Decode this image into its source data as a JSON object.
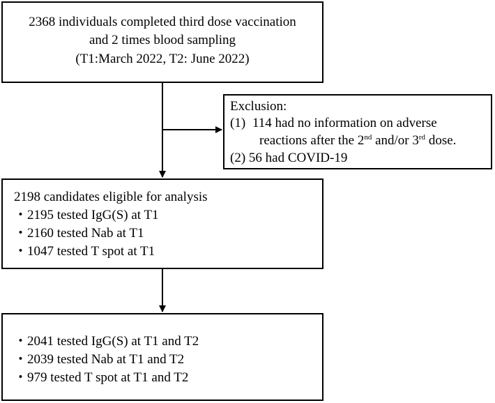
{
  "boxes": {
    "enrolled": {
      "line1": "2368 individuals completed third dose vaccination",
      "line2": "and 2 times blood sampling",
      "line3": "(T1:March 2022, T2: June 2022)"
    },
    "exclusion": {
      "title": "Exclusion:",
      "item1_num": "(1)",
      "item1_a": "114 had no information on adverse",
      "item1_b_pre": "reactions after the 2",
      "item1_b_sup1": "nd",
      "item1_b_mid": " and/or 3",
      "item1_b_sup2": "rd",
      "item1_b_post": " dose.",
      "item2": "(2) 56 had COVID-19"
    },
    "eligible": {
      "title": "2198 candidates eligible for analysis",
      "items": [
        "・2195 tested IgG(S) at T1",
        "・2160 tested Nab at T1",
        "・1047 tested T spot at T1"
      ]
    },
    "followup": {
      "items": [
        "・2041 tested IgG(S) at T1 and T2",
        "・2039 tested Nab at T1 and T2",
        "・979 tested T spot at T1 and T2"
      ]
    }
  }
}
